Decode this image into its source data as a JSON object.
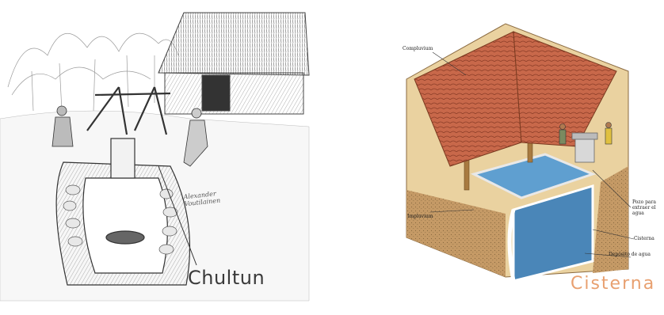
{
  "left_panel": {
    "title": "Chultun",
    "signature": [
      "Alexander",
      "Voutilainen"
    ]
  },
  "right_panel": {
    "title": "Cisterna",
    "labels": {
      "top_left": "Compluvium",
      "left_ground": "Impluvium",
      "right_top": "Pozo para extraer el agua",
      "right_mid": "Cisterna",
      "right_bottom": "Depósito de agua"
    }
  },
  "colors": {
    "left_accent": "#3a3a3a",
    "right_title": "#e8a070",
    "water": "#5f9fd0",
    "roof_tile": "#c8684a",
    "wall": "#ead2a0",
    "earth": "#b08050"
  }
}
